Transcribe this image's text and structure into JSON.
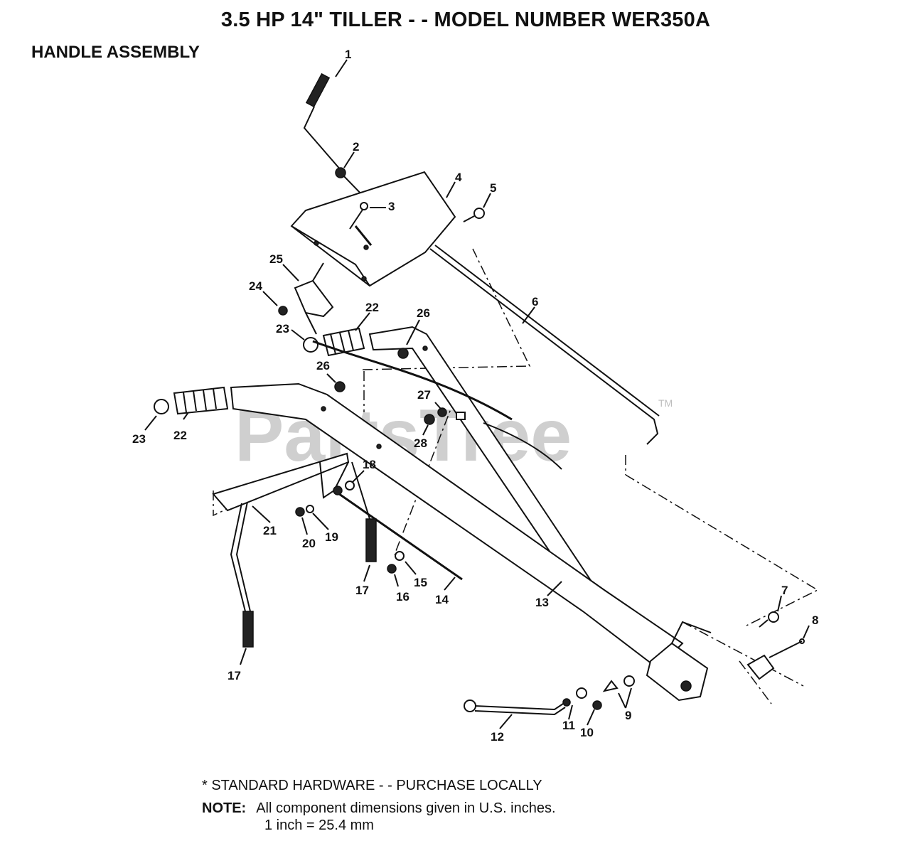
{
  "title": "3.5 HP 14\" TILLER - - MODEL NUMBER WER350A",
  "subtitle": "HANDLE ASSEMBLY",
  "watermark": "PartsTree",
  "watermark_tm": "TM",
  "callouts": [
    {
      "id": "c1",
      "label": "1"
    },
    {
      "id": "c2",
      "label": "2"
    },
    {
      "id": "c3",
      "label": "3"
    },
    {
      "id": "c4",
      "label": "4"
    },
    {
      "id": "c5",
      "label": "5"
    },
    {
      "id": "c6",
      "label": "6"
    },
    {
      "id": "c7",
      "label": "7"
    },
    {
      "id": "c8",
      "label": "8"
    },
    {
      "id": "c9",
      "label": "9"
    },
    {
      "id": "c10",
      "label": "10"
    },
    {
      "id": "c11",
      "label": "11"
    },
    {
      "id": "c12",
      "label": "12"
    },
    {
      "id": "c13",
      "label": "13"
    },
    {
      "id": "c14",
      "label": "14"
    },
    {
      "id": "c15",
      "label": "15"
    },
    {
      "id": "c16",
      "label": "16"
    },
    {
      "id": "c17a",
      "label": "17"
    },
    {
      "id": "c17b",
      "label": "17"
    },
    {
      "id": "c18",
      "label": "18"
    },
    {
      "id": "c19",
      "label": "19"
    },
    {
      "id": "c20",
      "label": "20"
    },
    {
      "id": "c21",
      "label": "21"
    },
    {
      "id": "c22a",
      "label": "22"
    },
    {
      "id": "c22b",
      "label": "22"
    },
    {
      "id": "c23a",
      "label": "23"
    },
    {
      "id": "c23b",
      "label": "23"
    },
    {
      "id": "c24",
      "label": "24"
    },
    {
      "id": "c25",
      "label": "25"
    },
    {
      "id": "c26a",
      "label": "26"
    },
    {
      "id": "c26b",
      "label": "26"
    },
    {
      "id": "c27",
      "label": "27"
    },
    {
      "id": "c28",
      "label": "28"
    }
  ],
  "footer": {
    "standard_hardware": "*  STANDARD HARDWARE - - PURCHASE LOCALLY",
    "note_label": "NOTE:",
    "note_text": "All component dimensions given in U.S. inches.",
    "conversion": "1 inch = 25.4 mm"
  }
}
